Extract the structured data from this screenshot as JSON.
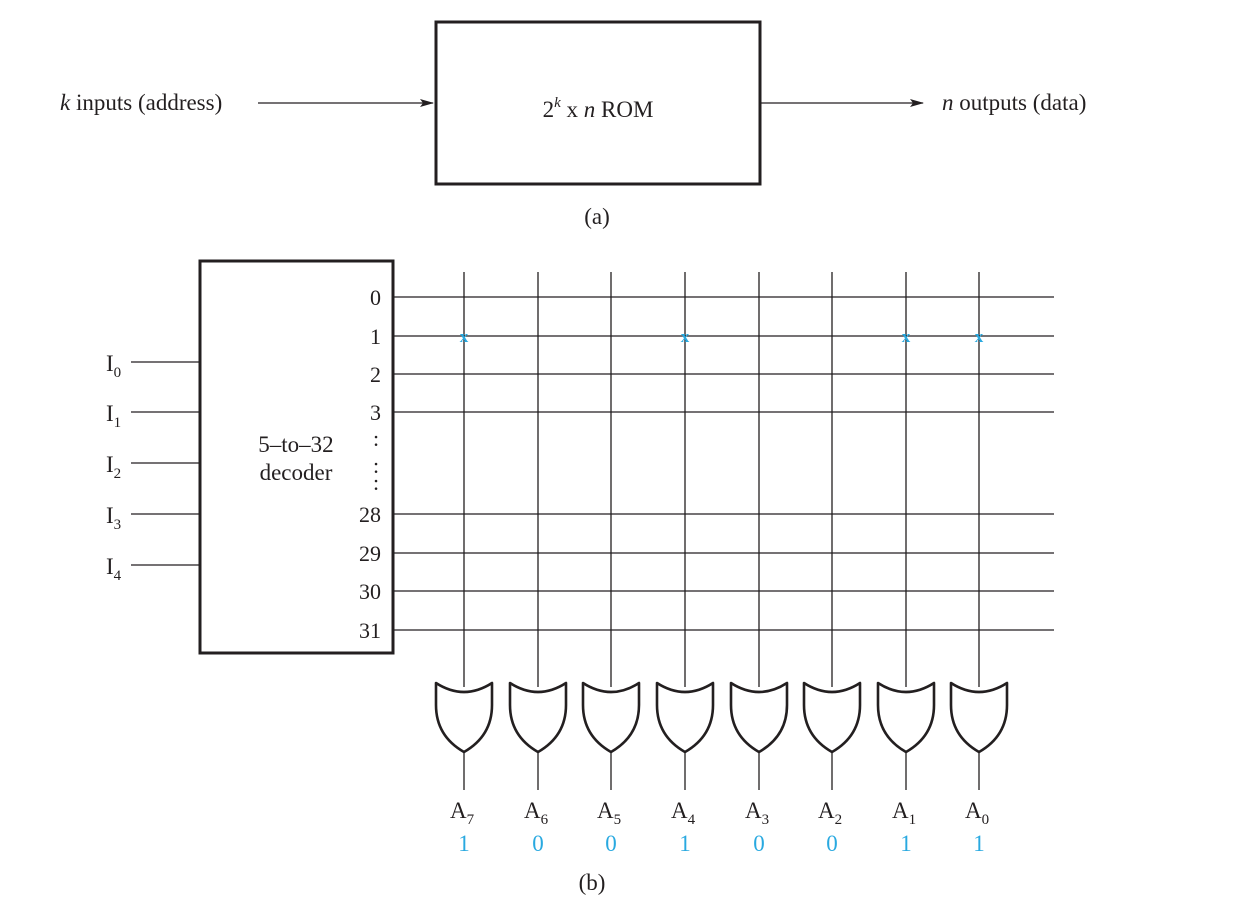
{
  "part_a": {
    "input_label": {
      "var": "k",
      "text": " inputs (address)"
    },
    "rom_label": {
      "base": "2",
      "exp": "k",
      "mid": " x ",
      "var": "n",
      "tail": " ROM"
    },
    "output_label": {
      "var": "n",
      "text": " outputs (data)"
    },
    "caption": "(a)"
  },
  "part_b": {
    "decoder_label_line1": "5–to–32",
    "decoder_label_line2": "decoder",
    "inputs": [
      {
        "base": "I",
        "sub": "0"
      },
      {
        "base": "I",
        "sub": "1"
      },
      {
        "base": "I",
        "sub": "2"
      },
      {
        "base": "I",
        "sub": "3"
      },
      {
        "base": "I",
        "sub": "4"
      }
    ],
    "decoder_outputs": [
      "0",
      "1",
      "2",
      "3",
      "28",
      "29",
      "30",
      "31"
    ],
    "ellipsis": ":",
    "outputs": [
      {
        "base": "A",
        "sub": "7",
        "value": "1"
      },
      {
        "base": "A",
        "sub": "6",
        "value": "0"
      },
      {
        "base": "A",
        "sub": "5",
        "value": "0"
      },
      {
        "base": "A",
        "sub": "4",
        "value": "1"
      },
      {
        "base": "A",
        "sub": "3",
        "value": "0"
      },
      {
        "base": "A",
        "sub": "2",
        "value": "0"
      },
      {
        "base": "A",
        "sub": "1",
        "value": "1"
      },
      {
        "base": "A",
        "sub": "0",
        "value": "1"
      }
    ],
    "connection_marks": [
      {
        "row": "1",
        "col": "A7"
      },
      {
        "row": "1",
        "col": "A4"
      },
      {
        "row": "1",
        "col": "A1"
      },
      {
        "row": "1",
        "col": "A0"
      }
    ],
    "connection_mark_glyph": "x",
    "caption": "(b)",
    "mark_color": "#29a9e0"
  }
}
